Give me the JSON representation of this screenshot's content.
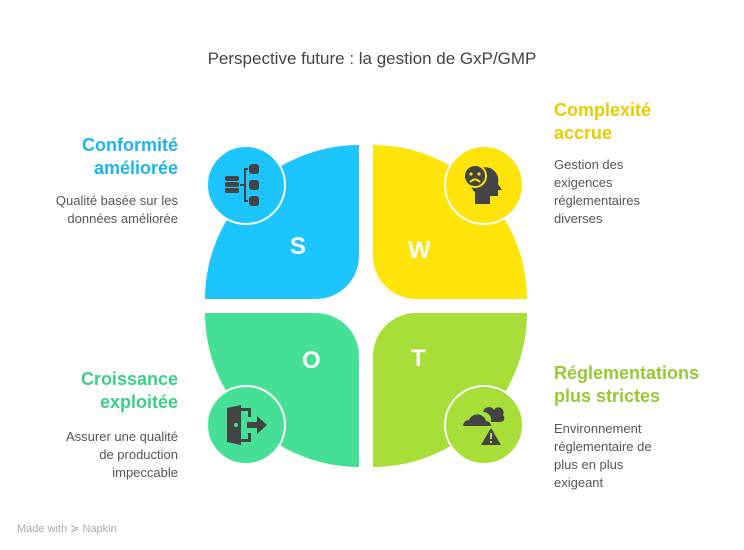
{
  "title": "Perspective future : la gestion de GxP/GMP",
  "quadrants": {
    "s": {
      "letter": "S",
      "title_1": "Conformité",
      "title_2": "améliorée",
      "desc_1": "Qualité basée sur les",
      "desc_2": "données améliorée",
      "icon": "database-hierarchy-icon",
      "color": "#1cc5fe"
    },
    "w": {
      "letter": "W",
      "title_1": "Complexité",
      "title_2": "accrue",
      "desc_1": "Gestion des",
      "desc_2": "exigences",
      "desc_3": "réglementaires",
      "desc_4": "diverses",
      "icon": "sad-head-icon",
      "color": "#ffe40a"
    },
    "o": {
      "letter": "O",
      "title_1": "Croissance",
      "title_2": "exploitée",
      "desc_1": "Assurer une qualité",
      "desc_2": "de production",
      "desc_3": "impeccable",
      "icon": "exit-door-icon",
      "color": "#45e096"
    },
    "t": {
      "letter": "T",
      "title_1": "Réglementations",
      "title_2": "plus strictes",
      "desc_1": "Environnement",
      "desc_2": "réglementaire de",
      "desc_3": "plus en plus",
      "desc_4": "exigeant",
      "icon": "cloud-warning-icon",
      "color": "#a8de38"
    }
  },
  "footer": "Made with ≽ Napkin"
}
